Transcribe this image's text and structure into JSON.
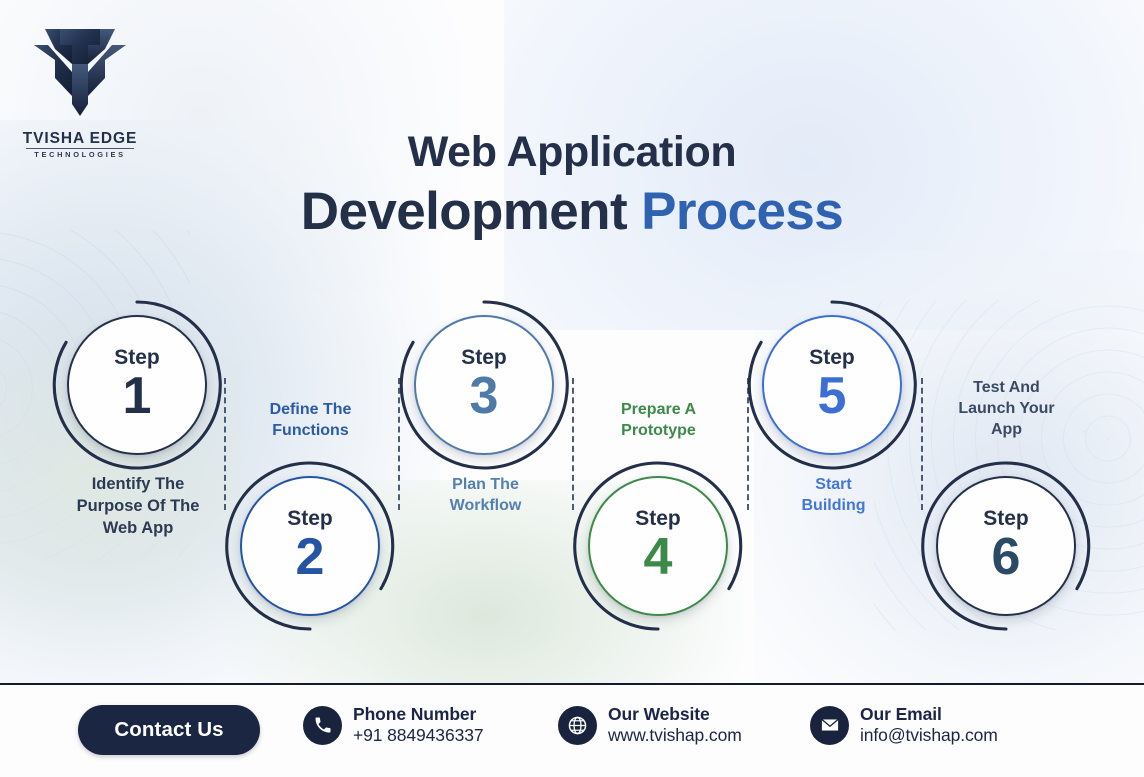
{
  "brand": {
    "name": "TVISHA EDGE",
    "sub": "TECHNOLOGIES",
    "logo_icon": "tvisha-edge-logo"
  },
  "title": {
    "line1": "Web Application",
    "line2_dark": "Development ",
    "line2_blue": "Process"
  },
  "colors": {
    "navy": "#24304a",
    "blue_mid": "#2f62b0",
    "blue_steel": "#4f7aa8",
    "blue_bright": "#3b6fd4",
    "green": "#3c8a48",
    "footer_bg": "#1b2642"
  },
  "steps": [
    {
      "step_word": "Step",
      "number": "1",
      "label": "Identify The Purpose Of The Web App",
      "label_lines": [
        "Identify The",
        "Purpose Of The",
        "Web App"
      ],
      "color": "#24304a",
      "position": "top"
    },
    {
      "step_word": "Step",
      "number": "2",
      "label": "Define The Functions",
      "label_lines": [
        "Define The",
        "Functions"
      ],
      "color": "#2455a4",
      "position": "bottom"
    },
    {
      "step_word": "Step",
      "number": "3",
      "label": "Plan The Workflow",
      "label_lines": [
        "Plan The",
        "Workflow"
      ],
      "color": "#4f7aa8",
      "position": "top"
    },
    {
      "step_word": "Step",
      "number": "4",
      "label": "Prepare A Prototype",
      "label_lines": [
        "Prepare A",
        "Prototype"
      ],
      "color": "#3c8a48",
      "position": "bottom"
    },
    {
      "step_word": "Step",
      "number": "5",
      "label": "Start Building",
      "label_lines": [
        "Start",
        "Building"
      ],
      "color": "#3b6fd4",
      "position": "top"
    },
    {
      "step_word": "Step",
      "number": "6",
      "label": "Test And Launch Your App",
      "label_lines": [
        "Test And",
        "Launch Your",
        "App"
      ],
      "color": "#24304a",
      "position": "bottom"
    }
  ],
  "footer": {
    "contact_button": "Contact Us",
    "items": [
      {
        "icon": "phone-icon",
        "title": "Phone Number",
        "value": "+91 8849436337"
      },
      {
        "icon": "globe-icon",
        "title": "Our Website",
        "value": "www.tvishap.com"
      },
      {
        "icon": "email-icon",
        "title": "Our Email",
        "value": "info@tvishap.com"
      }
    ]
  }
}
